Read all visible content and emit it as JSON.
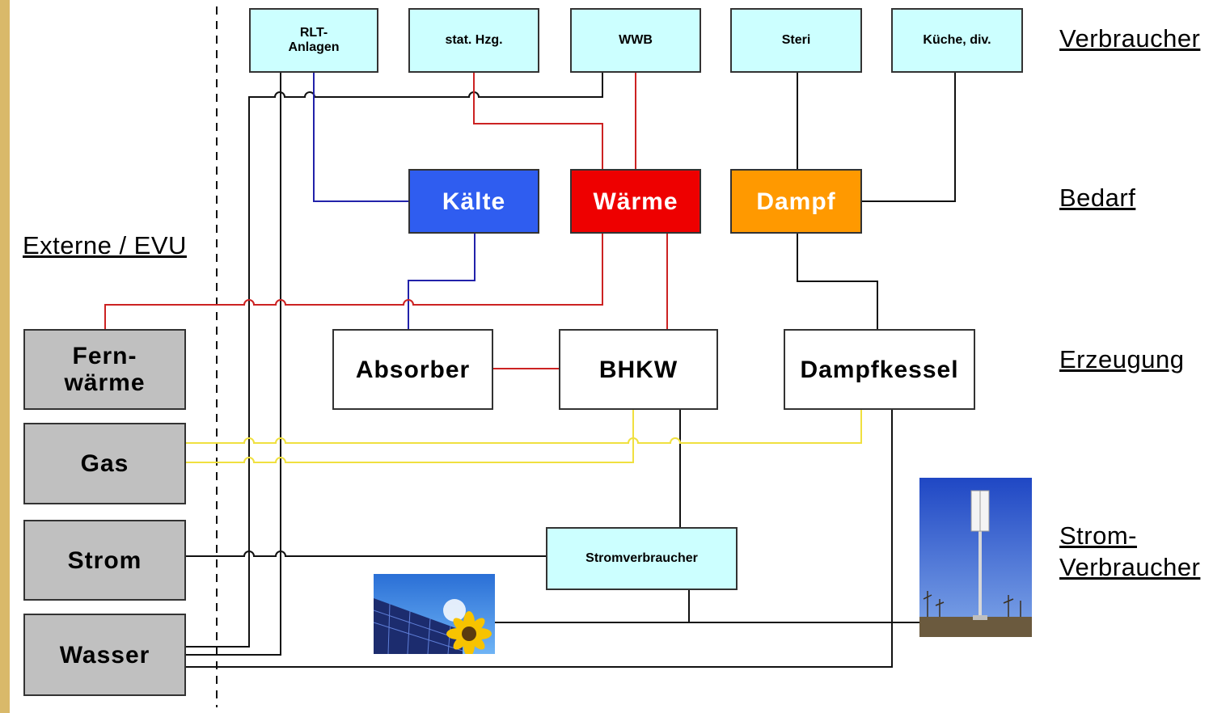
{
  "labels": {
    "verbraucher": "Verbraucher",
    "bedarf": "Bedarf",
    "erzeugung": "Erzeugung",
    "strom_verbraucher_line1": "Strom-",
    "strom_verbraucher_line2": "Verbraucher",
    "externe": "Externe / EVU"
  },
  "consumers": {
    "rlt_line1": "RLT-",
    "rlt_line2": "Anlagen",
    "stat_hzg": "stat. Hzg.",
    "wwb": "WWB",
    "steri": "Steri",
    "kueche": "Küche, div."
  },
  "demand": {
    "kaelte": "Kälte",
    "waerme": "Wärme",
    "dampf": "Dampf"
  },
  "generation": {
    "absorber": "Absorber",
    "bhkw": "BHKW",
    "dampfkessel": "Dampfkessel"
  },
  "external": {
    "fernwaerme_line1": "Fern-",
    "fernwaerme_line2": "wärme",
    "gas": "Gas",
    "strom": "Strom",
    "wasser": "Wasser"
  },
  "power_consumer": "Stromverbraucher",
  "colors": {
    "kaelte": "#2f5df0",
    "waerme": "#ee0000",
    "dampf": "#ff9900",
    "consumer_box": "#ccffff",
    "external_box": "#c0c0c0",
    "line_heat": "#cc2222",
    "line_cold": "#2222aa",
    "line_gas": "#f0e040",
    "line_neutral": "#111111"
  },
  "icons": [
    "solar-panel-sunflower-image",
    "wind-turbine-image"
  ]
}
